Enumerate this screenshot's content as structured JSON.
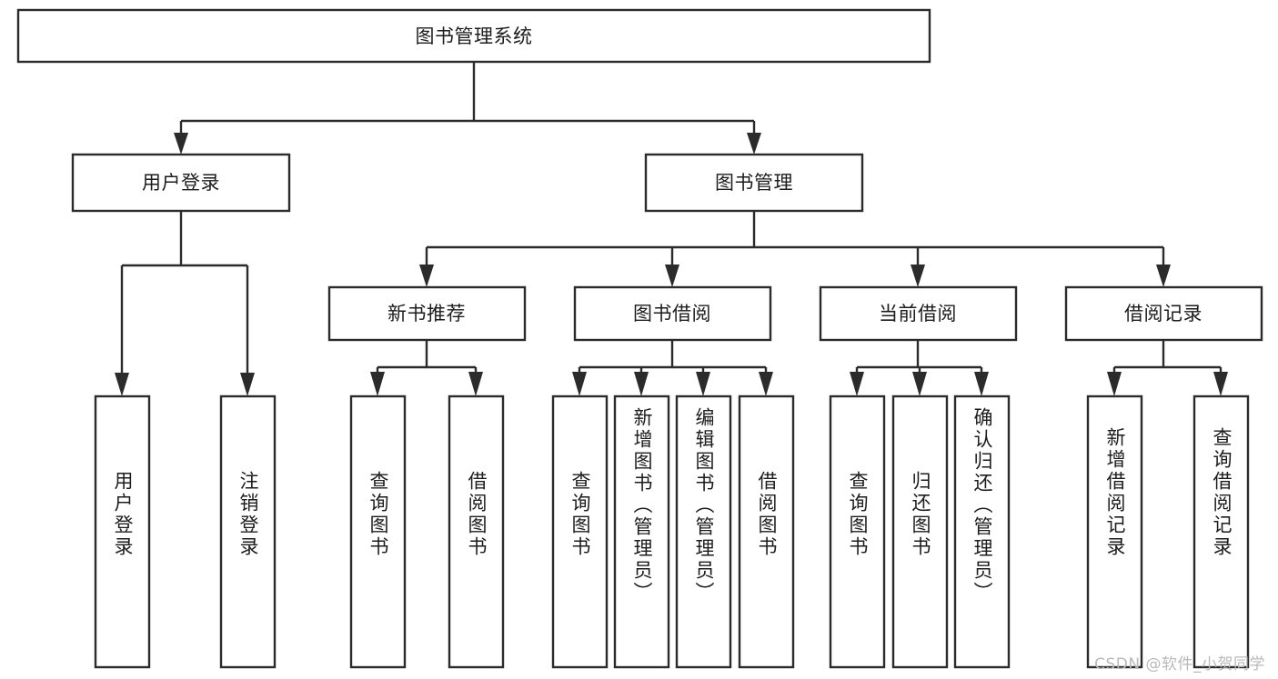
{
  "diagram": {
    "type": "tree-hierarchy",
    "root": {
      "label": "图书管理系统"
    },
    "level2": [
      {
        "label": "用户登录"
      },
      {
        "label": "图书管理"
      }
    ],
    "level3": [
      {
        "label": "新书推荐"
      },
      {
        "label": "图书借阅"
      },
      {
        "label": "当前借阅"
      },
      {
        "label": "借阅记录"
      }
    ],
    "leaves": {
      "user_login": [
        {
          "label": "用户登录"
        },
        {
          "label": "注销登录"
        }
      ],
      "new_book_recommend": [
        {
          "label": "查询图书"
        },
        {
          "label": "借阅图书"
        }
      ],
      "book_borrow": [
        {
          "label": "查询图书"
        },
        {
          "label": "新增图书（管理员）"
        },
        {
          "label": "编辑图书（管理员）"
        },
        {
          "label": "借阅图书"
        }
      ],
      "current_borrow": [
        {
          "label": "查询图书"
        },
        {
          "label": "归还图书"
        },
        {
          "label": "确认归还（管理员）"
        }
      ],
      "borrow_record": [
        {
          "label": "新增借阅记录"
        },
        {
          "label": "查询借阅记录"
        }
      ]
    }
  },
  "watermark": {
    "text": "CSDN @软件_小贺同学"
  },
  "colors": {
    "stroke": "#2b2b2b",
    "fill": "#ffffff",
    "text": "#1c1c1c",
    "watermark": "#b9b9b9"
  }
}
